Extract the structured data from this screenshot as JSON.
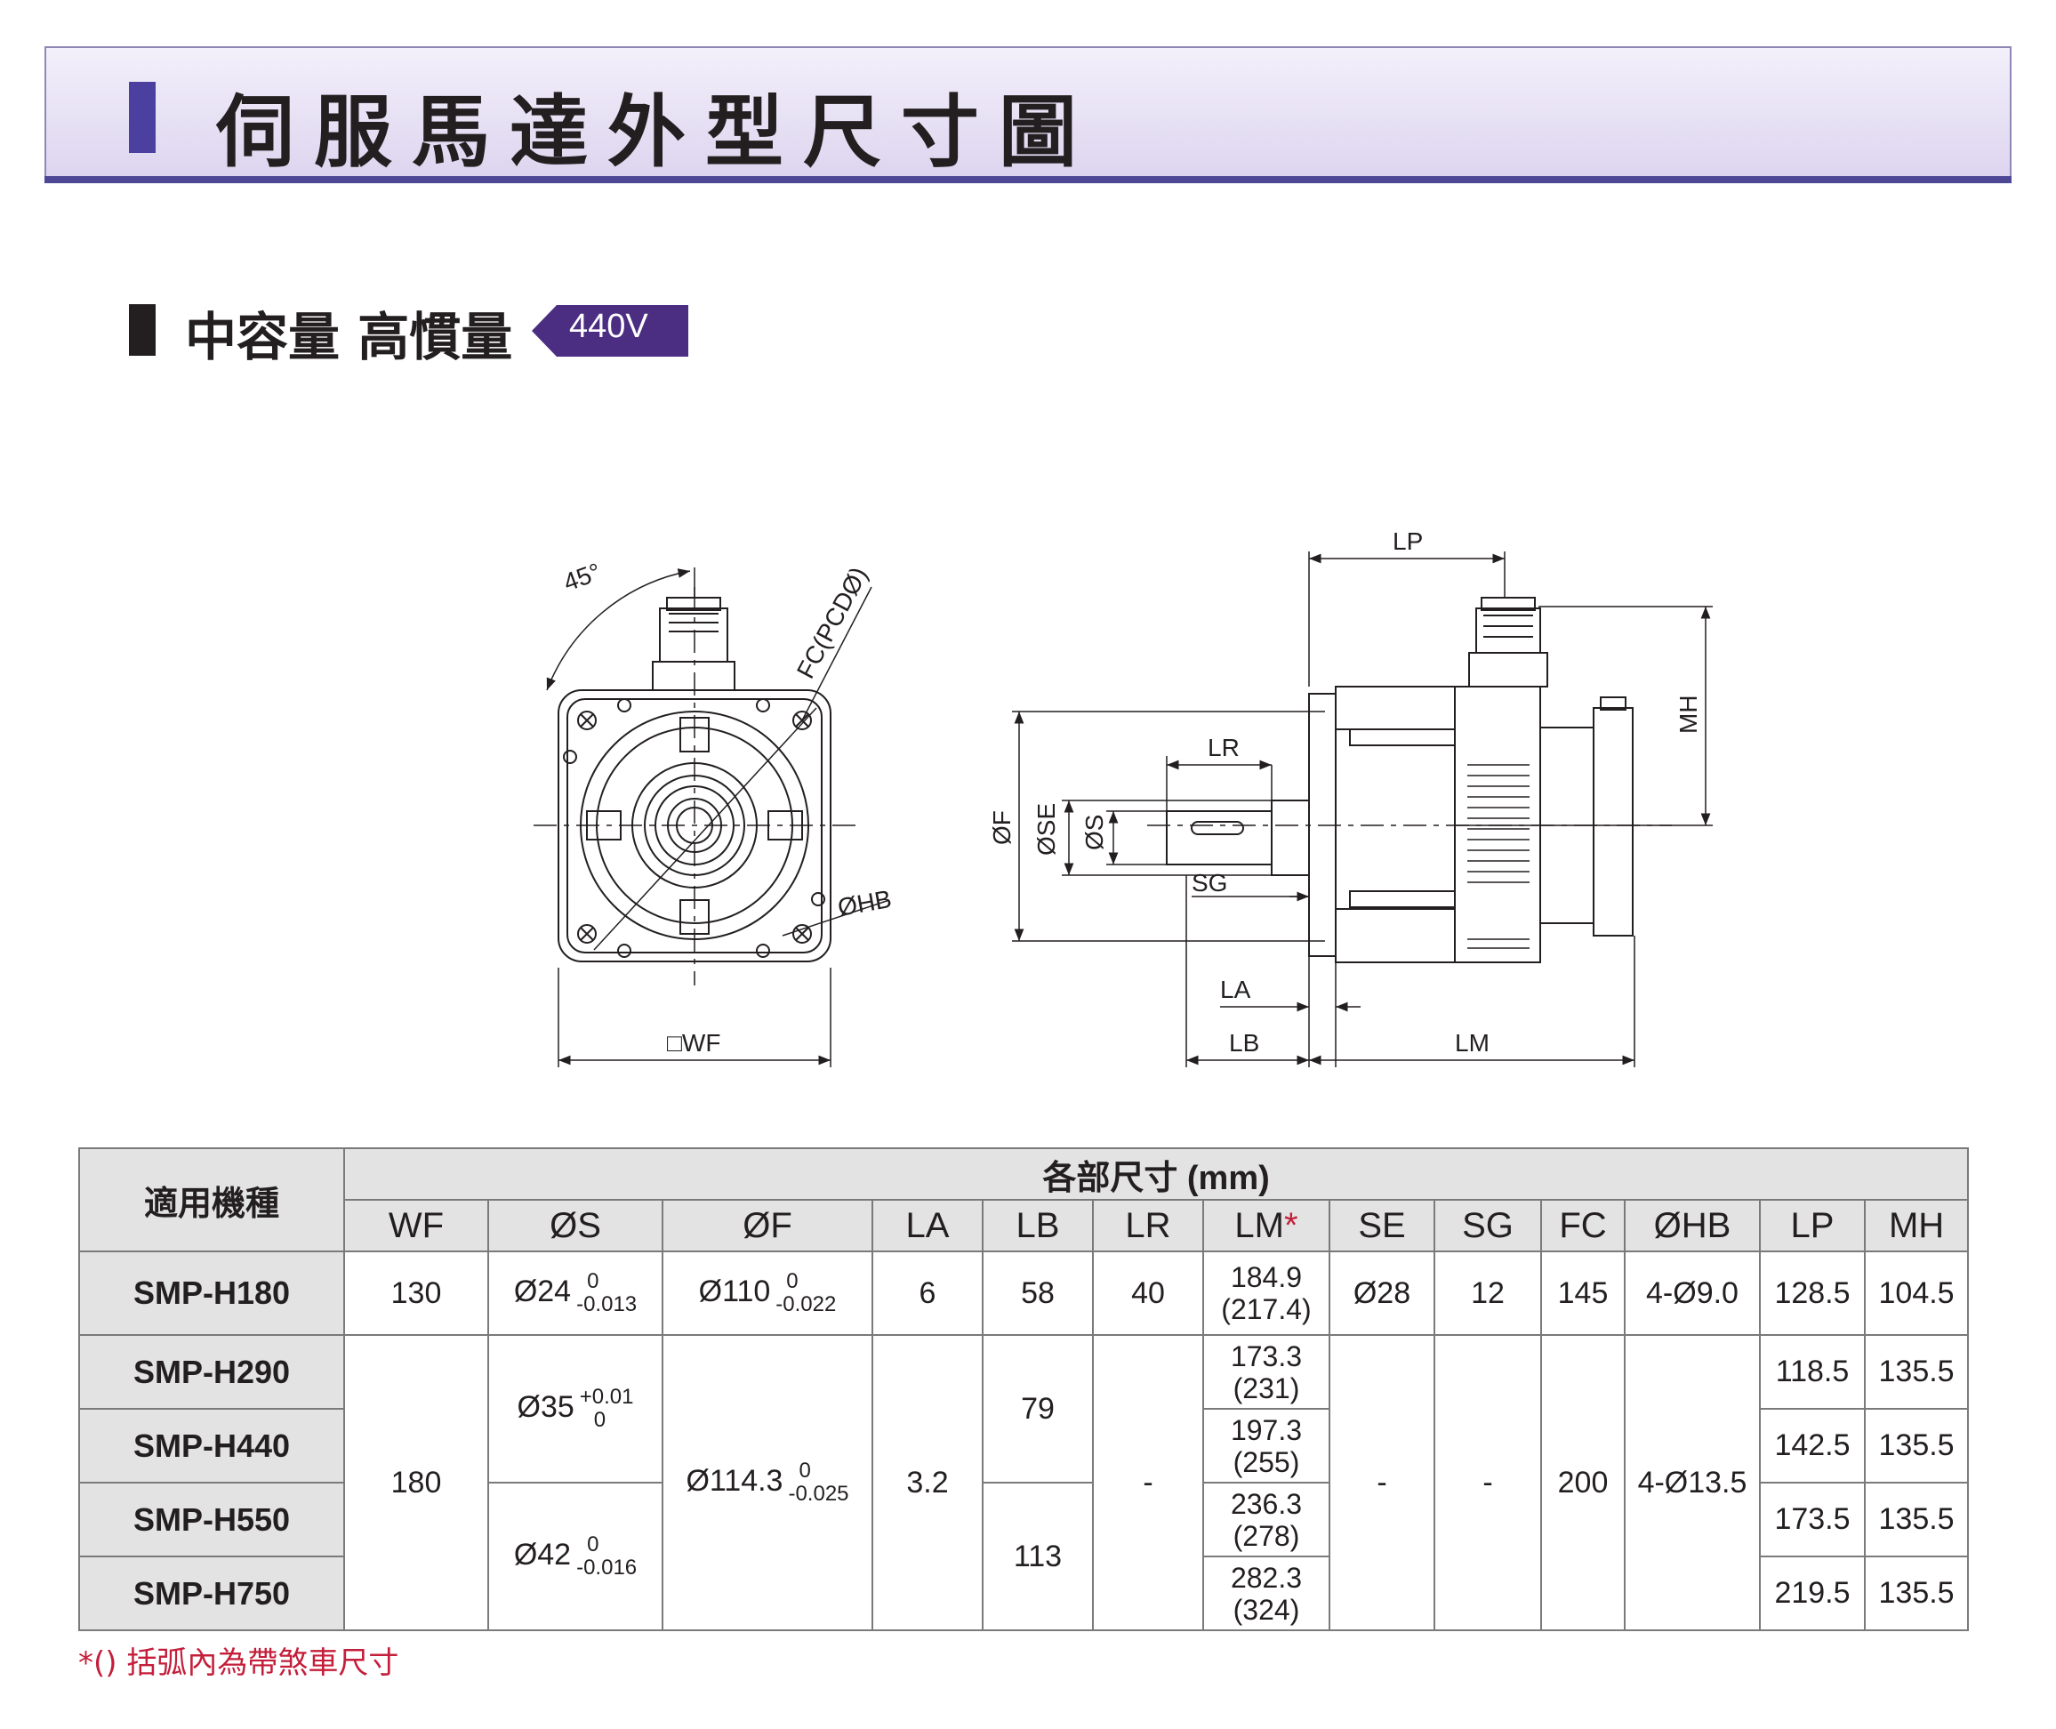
{
  "header": {
    "title": "伺服馬達外型尺寸圖"
  },
  "section": {
    "title": "中容量 高慣量",
    "voltage": "440V"
  },
  "drawing": {
    "labels": {
      "angle": "45°",
      "fc": "FC(PCDØ)",
      "hb": "ØHB",
      "wf": "□WF",
      "lp": "LP",
      "mh": "MH",
      "lr": "LR",
      "of": "ØF",
      "ose": "ØSE",
      "os": "ØS",
      "sg": "SG",
      "la": "LA",
      "lb": "LB",
      "lm": "LM"
    }
  },
  "table": {
    "model_header": "適用機種",
    "dim_header": "各部尺寸 (mm)",
    "columns": [
      "WF",
      "ØS",
      "ØF",
      "LA",
      "LB",
      "LR",
      "LM",
      "SE",
      "SG",
      "FC",
      "ØHB",
      "LP",
      "MH"
    ],
    "lm_mark": "*",
    "rows": [
      {
        "model": "SMP-H180",
        "wf": "130",
        "s": "Ø24",
        "s_tol_upper": "0",
        "s_tol_lower": "-0.013",
        "f": "Ø110",
        "f_tol_upper": "0",
        "f_tol_lower": "-0.022",
        "la": "6",
        "lb": "58",
        "lr": "40",
        "lm": "184.9",
        "lm_brake": "(217.4)",
        "se": "Ø28",
        "sg": "12",
        "fc": "145",
        "hb": "4-Ø9.0",
        "lp": "128.5",
        "mh": "104.5"
      },
      {
        "model": "SMP-H290",
        "lm": "173.3",
        "lm_brake": "(231)",
        "lp": "118.5",
        "mh": "135.5"
      },
      {
        "model": "SMP-H440",
        "lm": "197.3",
        "lm_brake": "(255)",
        "lp": "142.5",
        "mh": "135.5"
      },
      {
        "model": "SMP-H550",
        "lm": "236.3",
        "lm_brake": "(278)",
        "lp": "173.5",
        "mh": "135.5"
      },
      {
        "model": "SMP-H750",
        "lm": "282.3",
        "lm_brake": "(324)",
        "lp": "219.5",
        "mh": "135.5"
      }
    ],
    "merged": {
      "wf": "180",
      "s_a": "Ø35",
      "s_a_tol_upper": "+0.01",
      "s_a_tol_lower": "0",
      "s_b": "Ø42",
      "s_b_tol_upper": "0",
      "s_b_tol_lower": "-0.016",
      "f": "Ø114.3",
      "f_tol_upper": "0",
      "f_tol_lower": "-0.025",
      "la": "3.2",
      "lb_a": "79",
      "lb_b": "113",
      "lr": "-",
      "se": "-",
      "sg": "-",
      "fc": "200",
      "hb": "4-Ø13.5"
    }
  },
  "footnote": "*() 括弧內為帶煞車尺寸"
}
